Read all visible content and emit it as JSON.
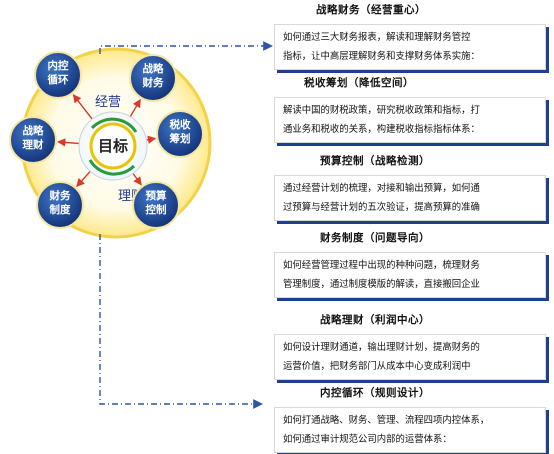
{
  "hub": {
    "center": "目标",
    "upper": "经营",
    "lower": "理财"
  },
  "petals": [
    {
      "lines": [
        "战略",
        "财务"
      ],
      "color": "#7a1a8c"
    },
    {
      "lines": [
        "税收",
        "筹划"
      ],
      "color": "#7a1a8c"
    },
    {
      "lines": [
        "预算",
        "控制"
      ],
      "color": "#7a1a8c"
    },
    {
      "lines": [
        "财务",
        "制度"
      ],
      "color": "#7a1a8c"
    },
    {
      "lines": [
        "战略",
        "理财"
      ],
      "color": "#7a1a8c"
    },
    {
      "lines": [
        "内控",
        "循环"
      ],
      "color": "#7a1a8c"
    }
  ],
  "colors": {
    "petal_text": "#ffffff",
    "arrow": "#d83a2a",
    "hub_ring": "#e9c400",
    "connector": "#2f55a5",
    "box_shadow": "#1f3f8f"
  },
  "sections": [
    {
      "title": "战略财务（经营重心）",
      "lines": [
        "如何通过三大财务报表，解读和理解财务管控",
        "指标，让中高层理解财务和支撑财务体系实施："
      ]
    },
    {
      "title": "税收筹划（降低空间）",
      "lines": [
        "解读中国的财税政策，研究税收政策和指标，打",
        "通业务和税收的关系，构建税收指标指标体系："
      ]
    },
    {
      "title": "预算控制（战略检测）",
      "lines": [
        "通过经营计划的梳理，对接和输出预算，如何通",
        "过预算与经营计划的五次验证，提高预算的准确"
      ]
    },
    {
      "title": "财务制度（问题导向）",
      "lines": [
        "如何经营管理过程中出现的种种问题，梳理财务",
        "管理制度，通过制度模版的解读，直接搬回企业"
      ]
    },
    {
      "title": "战略理财（利润中心）",
      "lines": [
        "如何设计理财通道，输出理财计划，提高财务的",
        "运营价值，把财务部门从成本中心变成利润中"
      ]
    },
    {
      "title": "内控循环（规则设计）",
      "lines": [
        "如何打通战略、财务、管理、流程四项内控体系，",
        "如何通过审计规范公司内部的运营体系："
      ]
    }
  ]
}
